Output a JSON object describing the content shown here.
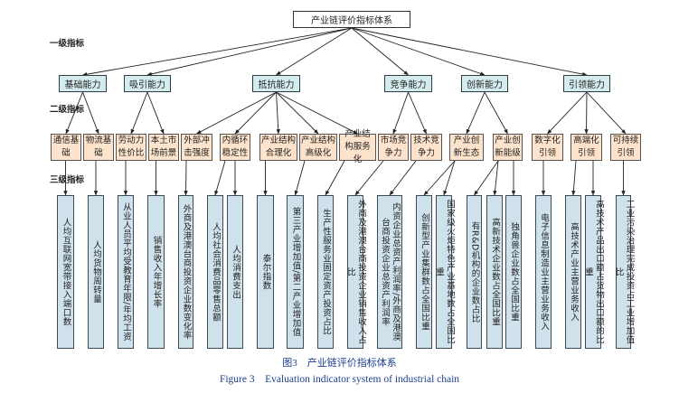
{
  "root": "产业链评价指标体系",
  "level_labels": [
    "一级指标",
    "二级指标",
    "三级指标"
  ],
  "level1": [
    "基础能力",
    "吸引能力",
    "抵抗能力",
    "竞争能力",
    "创新能力",
    "引领能力"
  ],
  "level2": [
    {
      "label": "通信基础",
      "parent": 0
    },
    {
      "label": "物流基础",
      "parent": 0
    },
    {
      "label": "劳动力性价比",
      "parent": 1
    },
    {
      "label": "本土市场前景",
      "parent": 1
    },
    {
      "label": "外部冲击强度",
      "parent": 2
    },
    {
      "label": "内循环稳定性",
      "parent": 2
    },
    {
      "label": "产业结构合理化",
      "parent": 2
    },
    {
      "label": "产业结构高级化",
      "parent": 2
    },
    {
      "label": "产业结构服务化",
      "parent": 2
    },
    {
      "label": "市场竞争力",
      "parent": 3
    },
    {
      "label": "技术竞争力",
      "parent": 3
    },
    {
      "label": "产业创新生态",
      "parent": 4
    },
    {
      "label": "产业创新能级",
      "parent": 4
    },
    {
      "label": "数字化引领",
      "parent": 5
    },
    {
      "label": "高端化引领",
      "parent": 5
    },
    {
      "label": "可持续引领",
      "parent": 5
    }
  ],
  "level3": [
    {
      "label": "人均互联网宽带接入端口数",
      "parent": 0
    },
    {
      "label": "人均货物周转量",
      "parent": 1
    },
    {
      "label": "从业人员平均受教育年限/年均工资",
      "parent": 2
    },
    {
      "label": "销售收入年增长率",
      "parent": 3
    },
    {
      "label": "外商及港澳台商投资企业数变化率",
      "parent": 4
    },
    {
      "label": "人均社会消费品零售总额",
      "parent": 5
    },
    {
      "label": "人均消费支出",
      "parent": 5
    },
    {
      "label": "泰尔指数",
      "parent": 6
    },
    {
      "label": "第三产业增加值/第二产业增加值",
      "parent": 7
    },
    {
      "label": "生产性服务业固定资产投资占比",
      "parent": 8
    },
    {
      "label": "外商及港澳台商投资企业销售收入占比",
      "parent": 9
    },
    {
      "label": "内资企业总资产利润率/外商及港澳台商投资企业总资产利润率",
      "parent": 10
    },
    {
      "label": "创新型产业集群数占全国比重",
      "parent": 11
    },
    {
      "label": "国家级火炬特色产业基地数占全国比重",
      "parent": 11
    },
    {
      "label": "有R&D机构的企业数占比",
      "parent": 12
    },
    {
      "label": "高新技术企业数占全国比重",
      "parent": 12
    },
    {
      "label": "独角兽企业数占全国比重",
      "parent": 12
    },
    {
      "label": "电子信息制造业主营业务收入",
      "parent": 13
    },
    {
      "label": "高技术产业主营业务收入",
      "parent": 14
    },
    {
      "label": "高技术产品出口额占货物出口额的比重",
      "parent": 14
    },
    {
      "label": "工业污染治理完成投资占工业增加值比",
      "parent": 15
    }
  ],
  "caption_cn": "图3　产业链评价指标体系",
  "caption_en": "Figure 3　Evaluation indicator system of industrial chain",
  "colors": {
    "level1": "#d5ecee",
    "level2": "#fde3cb",
    "level3": "#cfe1eb",
    "caption": "#1c3f8f"
  }
}
